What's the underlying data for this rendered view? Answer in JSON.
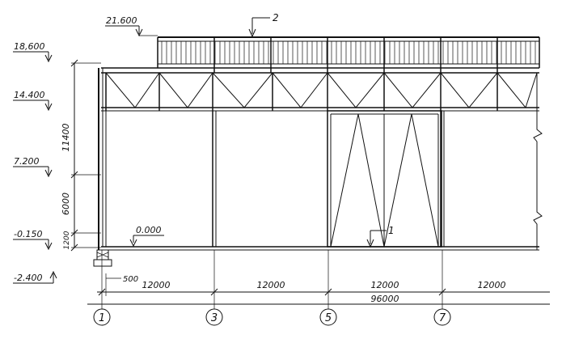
{
  "elevation_marks": [
    {
      "id": "top",
      "label": "21.600"
    },
    {
      "id": "ridge",
      "label": "18,600"
    },
    {
      "id": "truss",
      "label": "14.400"
    },
    {
      "id": "crane",
      "label": "7.200"
    },
    {
      "id": "plinth",
      "label": "-0.150"
    },
    {
      "id": "floor",
      "label": "0.000"
    },
    {
      "id": "foundation",
      "label": "-2.400"
    }
  ],
  "vertical_dims": [
    {
      "id": "h11400",
      "label": "11400"
    },
    {
      "id": "h6000",
      "label": "6000"
    },
    {
      "id": "h1200",
      "label": "1200"
    }
  ],
  "small_dim": {
    "label": "500"
  },
  "span_dims": [
    {
      "id": "s1",
      "label": "12000"
    },
    {
      "id": "s2",
      "label": "12000"
    },
    {
      "id": "s3",
      "label": "12000"
    },
    {
      "id": "s4",
      "label": "12000"
    }
  ],
  "total_dim": {
    "label": "96000"
  },
  "axes": [
    {
      "id": "a1",
      "label": "1"
    },
    {
      "id": "a3",
      "label": "3"
    },
    {
      "id": "a5",
      "label": "5"
    },
    {
      "id": "a7",
      "label": "7"
    }
  ],
  "callouts": [
    {
      "id": "c1",
      "label": "1"
    },
    {
      "id": "c2",
      "label": "2"
    }
  ]
}
